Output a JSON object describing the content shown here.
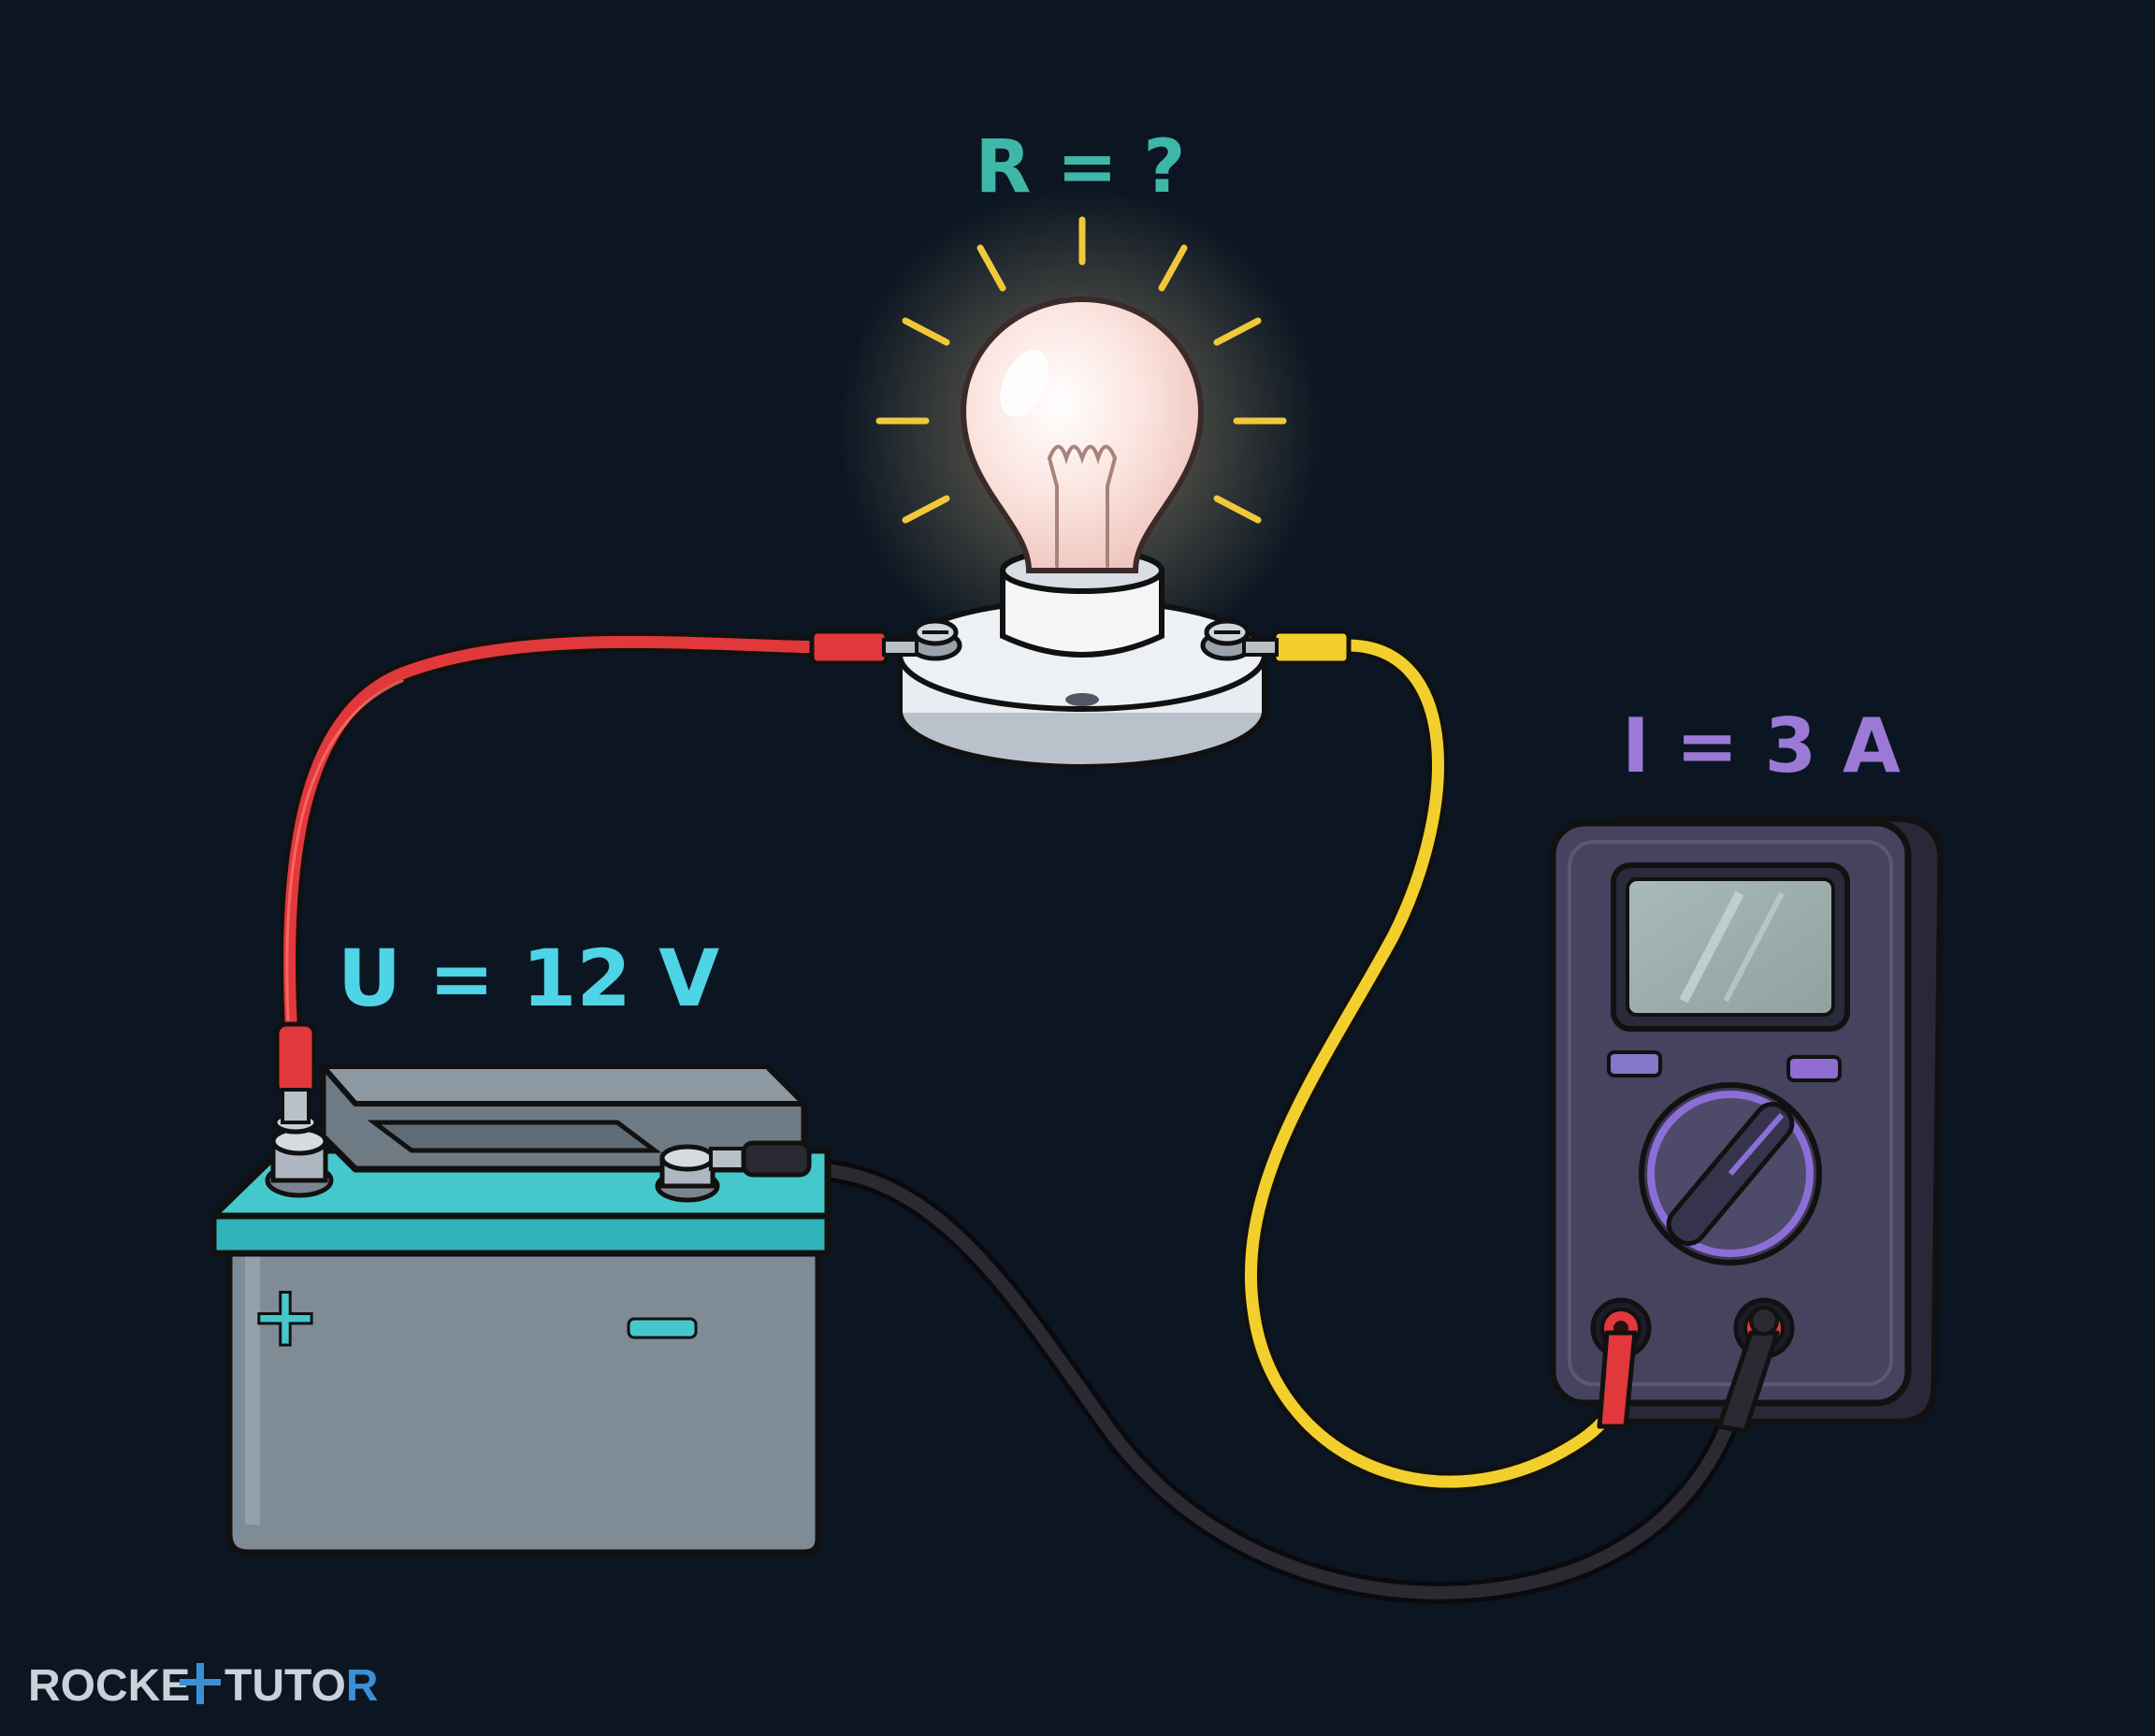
{
  "labels": {
    "resistance": "R = ?",
    "voltage": "U = 12 V",
    "current": "I = 3 A"
  },
  "battery": {
    "plus_symbol": "+",
    "minus_symbol": "−"
  },
  "brand": {
    "part1": "ROCKE",
    "part2": "TUTO",
    "part3": "R"
  },
  "colors": {
    "background": "#0b1622",
    "resistance_label": "#3fb7a8",
    "voltage_label": "#4fd4e6",
    "current_label": "#9b79d6",
    "red_wire": "#e0383b",
    "yellow_wire": "#f2cf2c",
    "black_wire": "#23232a",
    "battery_body": "#7f8b95",
    "battery_top": "#2fb3b8",
    "multimeter_body": "#45435e",
    "bulb_glow": "#fff0c8",
    "rays": "#f0c93a"
  },
  "icons": [
    "light-bulb-icon",
    "battery-icon",
    "multimeter-icon"
  ]
}
